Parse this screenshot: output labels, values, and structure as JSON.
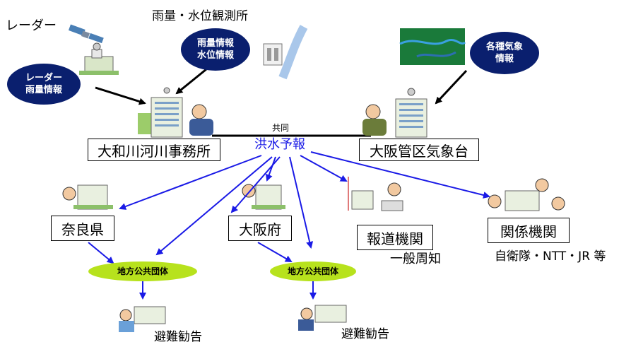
{
  "labels": {
    "radar": "レーダー",
    "gauge_station": "雨量・水位観測所",
    "joint": "共同",
    "flood_forecast": "洪水予報",
    "general_notice": "一般周知",
    "related_orgs": "自衛隊・NTT・JR 等"
  },
  "bubbles": {
    "rain_water_line1": "雨量情報",
    "rain_water_line2": "水位情報",
    "radar_rain_line1": "レーダー",
    "radar_rain_line2": "雨量情報",
    "weather_line1": "各種気象",
    "weather_line2": "情報"
  },
  "boxes": {
    "yamato_office": "大和川河川事務所",
    "osaka_jma": "大阪管区気象台",
    "nara": "奈良県",
    "osaka_pref": "大阪府",
    "press": "報道機関",
    "related": "関係機関"
  },
  "local_gov": {
    "left": "地方公共団体",
    "right": "地方公共団体"
  },
  "evacuation": {
    "left": "避難勧告",
    "right": "避難勧告"
  },
  "colors": {
    "navy_bubble": "#0a1f6e",
    "flow_arrow": "#1a1ae6",
    "forecast_text": "#1a1ae6",
    "local_gov_fill": "#b7e21d"
  }
}
